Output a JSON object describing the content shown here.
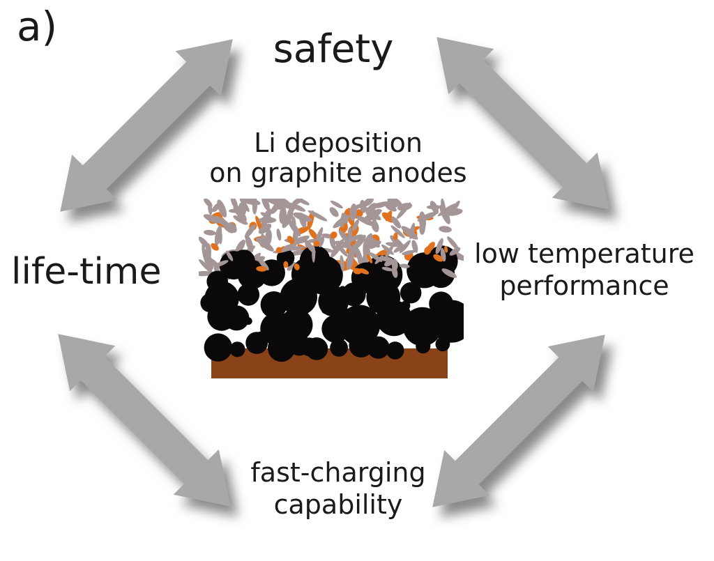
{
  "figure": {
    "labels": {
      "panel": "a)",
      "top": "safety",
      "left": "life-time",
      "right": [
        "low temperature",
        "performance"
      ],
      "bottom": [
        "fast-charging",
        "capability"
      ],
      "center": [
        "Li deposition",
        "on graphite anodes"
      ]
    },
    "colors": {
      "text": "#1a1a1a",
      "background": "#ffffff",
      "arrow": "#a8a8a8",
      "substrate_brown": "#8a4318",
      "graphite_black": "#0b0809",
      "li_moss_gray": "#a49697",
      "sei_orange": "#e2711d"
    }
  }
}
